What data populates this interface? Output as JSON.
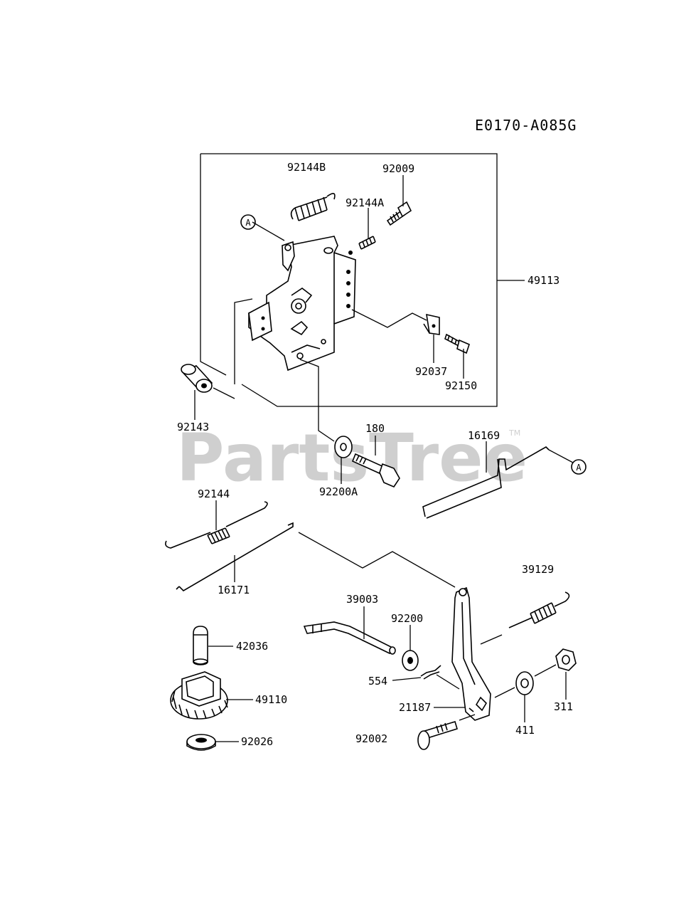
{
  "diagram_code": "E0170-A085G",
  "watermark": "PartsTree",
  "trademark": "TM",
  "callout_letter": "A",
  "labels": {
    "p92144B": "92144B",
    "p92009": "92009",
    "p92144A": "92144A",
    "p49113": "49113",
    "p92037": "92037",
    "p92150": "92150",
    "p92143": "92143",
    "p180": "180",
    "p92200A": "92200A",
    "p16169": "16169",
    "p92144": "92144",
    "p16171": "16171",
    "p39129": "39129",
    "p39003": "39003",
    "p92200": "92200",
    "p42036": "42036",
    "p554": "554",
    "p49110": "49110",
    "p21187": "21187",
    "p311": "311",
    "p411": "411",
    "p92026": "92026",
    "p92002": "92002"
  }
}
